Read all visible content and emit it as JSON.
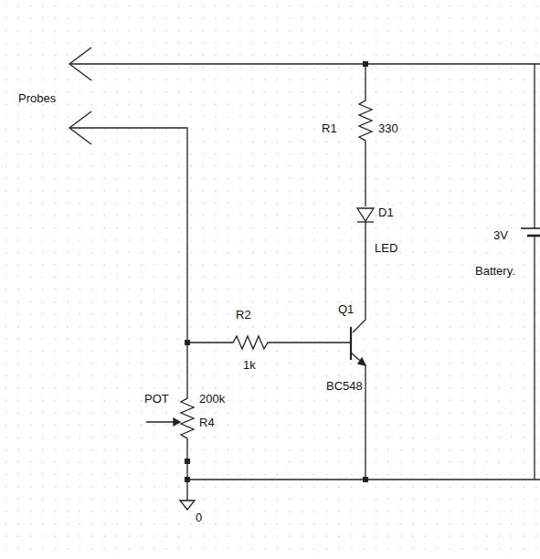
{
  "diagram": {
    "labels": [
      "Probes",
      "R1",
      "330",
      "D1",
      "LED",
      "3V",
      "Battery.",
      "Q1",
      "R2",
      "1k",
      "BC548",
      "POT",
      "200k",
      "R4",
      "0"
    ]
  }
}
